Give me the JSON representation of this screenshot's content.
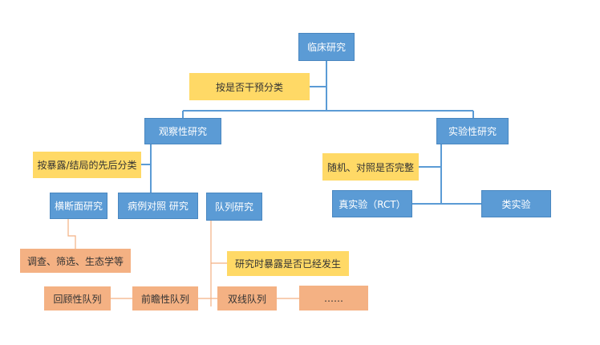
{
  "nodes": {
    "root": "临床研究",
    "classify_intervention": "按是否干预分类",
    "observational": "观察性研究",
    "experimental": "实验性研究",
    "classify_exposure": "按暴露/结局的先后分类",
    "cross_sectional": "横断面研究",
    "case_control": "病例对照 研究",
    "cohort": "队列研究",
    "cross_sectional_examples": "调查、筛选、生态学等",
    "exposure_timing": "研究时暴露是否已经发生",
    "retrospective_cohort": "回顾性队列",
    "prospective_cohort": "前瞻性队列",
    "bidirectional_cohort": "双线队列",
    "ellipsis": "……",
    "randomization": "随机、对照是否完整",
    "rct": "真实验（RCT）",
    "quasi_experiment": "类实验"
  },
  "colors": {
    "blue": "#5b9bd5",
    "yellow": "#ffd966",
    "orange": "#f4b183",
    "line_blue": "#5b9bd5",
    "line_orange": "#f4b183"
  }
}
